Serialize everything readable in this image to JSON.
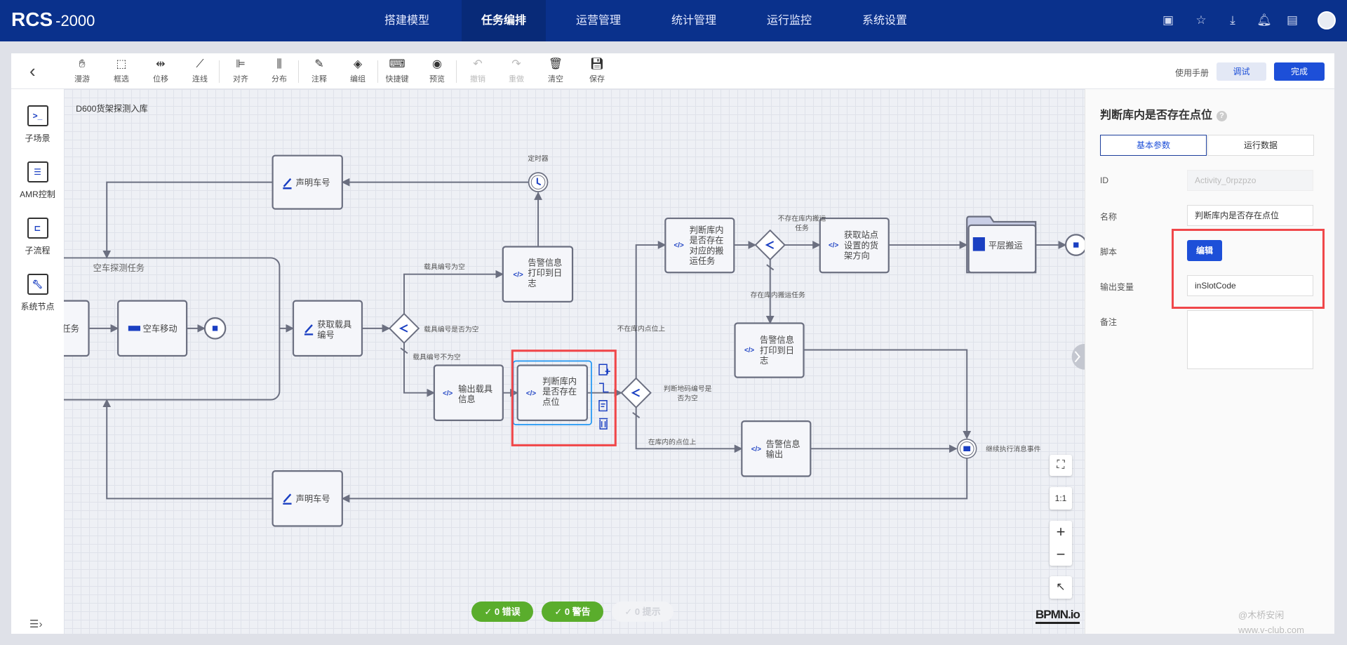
{
  "app": {
    "logo": "RCS",
    "logo_suffix": "-2000"
  },
  "nav": {
    "items": [
      "搭建模型",
      "任务编排",
      "运营管理",
      "统计管理",
      "运行监控",
      "系统设置"
    ],
    "active": "任务编排",
    "icons": [
      "monitor-icon",
      "star-icon",
      "download-icon",
      "bell-icon",
      "clipboard-icon",
      "avatar"
    ]
  },
  "toolbar": {
    "tools": [
      "漫游",
      "框选",
      "位移",
      "连线",
      "对齐",
      "分布",
      "注释",
      "编组",
      "快捷键",
      "预览",
      "撤销",
      "重做",
      "清空",
      "保存"
    ],
    "manual": "使用手册",
    "debug": "调试",
    "done": "完成"
  },
  "sidebar": {
    "items": [
      "子场景",
      "AMR控制",
      "子流程",
      "系统节点"
    ]
  },
  "canvas": {
    "process_title": "D600货架探测入库",
    "timer_label": "定时器",
    "subprocess_label": "空车探测任务",
    "nodes": {
      "declare_top": "声明车号",
      "partial_task": "任务",
      "empty_move": "空车移动",
      "get_carrier": [
        "获取载具",
        "编号"
      ],
      "alarm_log1": [
        "告警信息",
        "打印到日",
        "志"
      ],
      "output_carrier": [
        "输出载具",
        "信息"
      ],
      "check_slot": [
        "判断库内",
        "是否存在",
        "点位"
      ],
      "check_task": [
        "判断库内",
        "是否存在",
        "对应的搬",
        "运任务"
      ],
      "get_direction": [
        "获取站点",
        "设置的货",
        "架方向"
      ],
      "flat_move": "平层搬运",
      "alarm_log2": [
        "告警信息",
        "打印到日",
        "志"
      ],
      "alarm_out": [
        "告警信息",
        "输出"
      ],
      "declare_bottom": "声明车号"
    },
    "edge_labels": {
      "carrier_empty_q": "载具编号是否为空",
      "carrier_empty": "载具编号为空",
      "carrier_not_empty": "载具编号不为空",
      "not_in_slot": "不在库内点位上",
      "ground_code_q": [
        "判断地码编号是",
        "否为空"
      ],
      "no_task": [
        "不存在库内搬运",
        "任务"
      ],
      "has_task": "存在库内搬运任务",
      "in_slot": "在库内的点位上",
      "continue_event": "继续执行消息事件"
    },
    "controls": {
      "fit": "fit-icon",
      "one_to_one": "1:1",
      "zoom_in": "+",
      "zoom_out": "−",
      "reset": "↖"
    },
    "status": {
      "errors": "✓ 0 错误",
      "warnings": "✓ 0 警告",
      "hints": "✓ 0 提示"
    },
    "bpmn_logo": "BPMN.io"
  },
  "panel": {
    "title": "判断库内是否存在点位",
    "tabs": [
      "基本参数",
      "运行数据"
    ],
    "active_tab": "基本参数",
    "fields": {
      "id_label": "ID",
      "id_value": "Activity_0rpzpzo",
      "name_label": "名称",
      "name_value": "判断库内是否存在点位",
      "script_label": "脚本",
      "script_button": "编辑",
      "output_label": "输出变量",
      "output_value": "inSlotCode",
      "remark_label": "备注",
      "remark_value": ""
    }
  },
  "watermark": {
    "author": "@木桥安闲",
    "site": "www.v-club.com"
  },
  "colors": {
    "nav": "#0a318c",
    "accent": "#1d4fd8",
    "success": "#5aad2c",
    "highlight": "#f0474a",
    "selection": "#2196f3"
  }
}
